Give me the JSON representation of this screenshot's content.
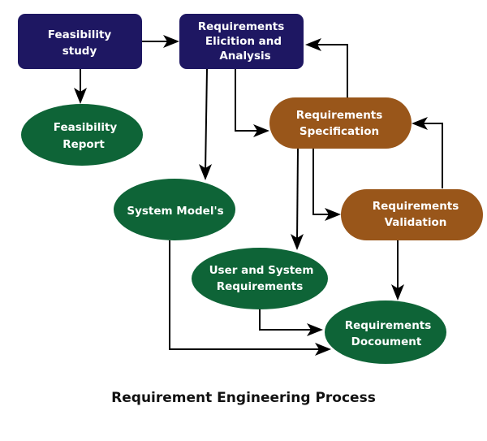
{
  "title": "Requirement Engineering Process",
  "colors": {
    "process_box": "#1e1762",
    "output_ellipse": "#0e6437",
    "review_pill": "#99561a",
    "arrow": "#000000",
    "text": "#ffffff"
  },
  "nodes": {
    "feasibility_study": {
      "lines": [
        "Feasibility",
        "study"
      ],
      "shape": "rounded-rectangle"
    },
    "elicitation": {
      "lines": [
        "Requirements",
        "Elicition and",
        "Analysis"
      ],
      "shape": "rounded-rectangle"
    },
    "feasibility_report": {
      "lines": [
        "Feasibility",
        "Report"
      ],
      "shape": "ellipse"
    },
    "specification": {
      "lines": [
        "Requirements",
        "Specification"
      ],
      "shape": "pill"
    },
    "system_models": {
      "lines": [
        "System Model's"
      ],
      "shape": "ellipse"
    },
    "validation": {
      "lines": [
        "Requirements",
        "Validation"
      ],
      "shape": "pill"
    },
    "user_system_requirements": {
      "lines": [
        "User and System",
        "Requirements"
      ],
      "shape": "ellipse"
    },
    "requirements_document": {
      "lines": [
        "Requirements",
        "Docoument"
      ],
      "shape": "ellipse"
    }
  },
  "edges": [
    {
      "from": "feasibility_study",
      "to": "elicitation"
    },
    {
      "from": "feasibility_study",
      "to": "feasibility_report"
    },
    {
      "from": "elicitation",
      "to": "system_models"
    },
    {
      "from": "elicitation",
      "to": "specification"
    },
    {
      "from": "specification",
      "to": "elicitation"
    },
    {
      "from": "specification",
      "to": "user_system_requirements"
    },
    {
      "from": "specification",
      "to": "validation"
    },
    {
      "from": "validation",
      "to": "specification"
    },
    {
      "from": "validation",
      "to": "requirements_document"
    },
    {
      "from": "user_system_requirements",
      "to": "requirements_document"
    },
    {
      "from": "system_models",
      "to": "requirements_document"
    }
  ]
}
